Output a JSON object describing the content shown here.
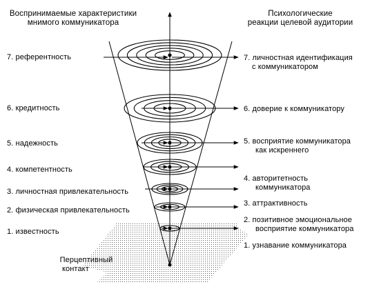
{
  "header": {
    "left_title_line1": "Воспринимаемые характеристики",
    "left_title_line2": "мнимого коммуникатора",
    "right_title_line1": "Психологические",
    "right_title_line2": "реакции целевой аудитории"
  },
  "left_items": [
    {
      "label": "7.   референтность"
    },
    {
      "label": "6.   кредитность"
    },
    {
      "label": "5.   надежность"
    },
    {
      "label": "4.    компетентность"
    },
    {
      "label": "3. личностная привлекательность"
    },
    {
      "label": "2. физическая привлекательность"
    },
    {
      "label": "1.    известность"
    }
  ],
  "right_items": [
    {
      "line1": "7.  личностная идентификация",
      "line2": "с коммуникатором"
    },
    {
      "line1": "6.   доверие к коммуникатору",
      "line2": ""
    },
    {
      "line1": "5.   восприятие коммуникатора",
      "line2": "как искреннего"
    },
    {
      "line1": "4.  авторитетность",
      "line2": "коммуникатора"
    },
    {
      "line1": "3.   аттрактивность",
      "line2": ""
    },
    {
      "line1": "2.   позитивное эмоциональное",
      "line2": "восприятие коммуникатора"
    },
    {
      "line1": "1.   узнавание коммуникатора",
      "line2": ""
    }
  ],
  "bottom_label": {
    "line1": "Перцептивный",
    "line2": "контакт"
  }
}
